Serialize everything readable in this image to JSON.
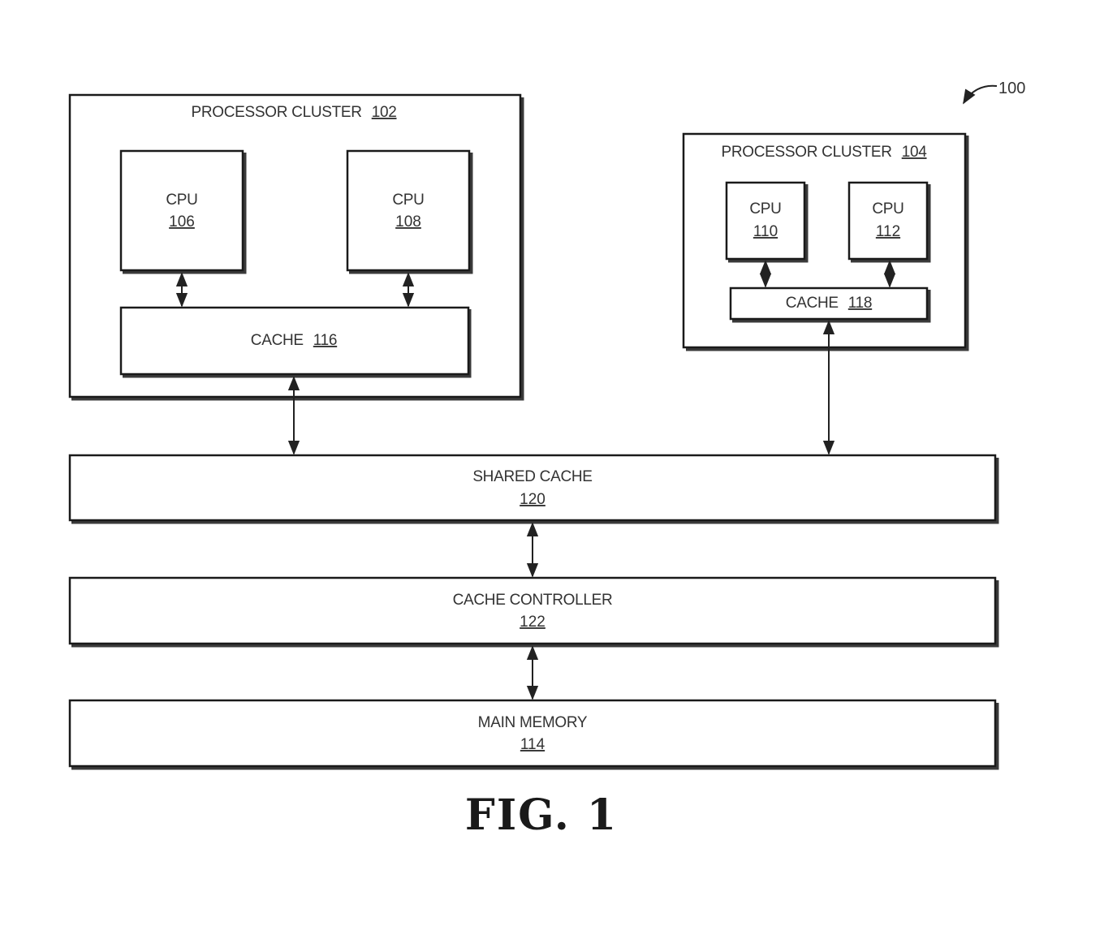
{
  "figure": {
    "ref_number": "100",
    "caption": "FIG. 1"
  },
  "cluster_102": {
    "label": "PROCESSOR CLUSTER",
    "ref": "102"
  },
  "cluster_104": {
    "label": "PROCESSOR CLUSTER",
    "ref": "104"
  },
  "cpu_106": {
    "label": "CPU",
    "ref": "106"
  },
  "cpu_108": {
    "label": "CPU",
    "ref": "108"
  },
  "cpu_110": {
    "label": "CPU",
    "ref": "110"
  },
  "cpu_112": {
    "label": "CPU",
    "ref": "112"
  },
  "cache_116": {
    "label": "CACHE",
    "ref": "116"
  },
  "cache_118": {
    "label": "CACHE",
    "ref": "118"
  },
  "shared_cache": {
    "label": "SHARED CACHE",
    "ref": "120"
  },
  "cache_controller": {
    "label": "CACHE CONTROLLER",
    "ref": "122"
  },
  "main_memory": {
    "label": "MAIN MEMORY",
    "ref": "114"
  }
}
